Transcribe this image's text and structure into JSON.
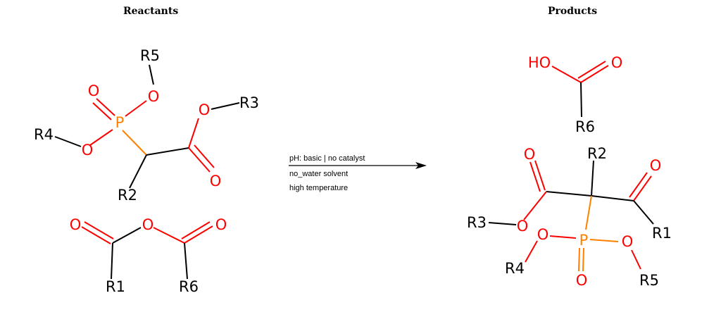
{
  "headings": {
    "reactants": "Reactants",
    "products": "Products"
  },
  "colors": {
    "carbon_bond": "#000000",
    "oxygen": "#ff0000",
    "phosphorus": "#ff8000",
    "arrow": "#000000"
  },
  "conditions": {
    "line1": "pH: basic | no catalyst",
    "line2": "no_water solvent",
    "line3": "high temperature"
  },
  "atom_labels": {
    "R1": "R1",
    "R2": "R2",
    "R3": "R3",
    "R4": "R4",
    "R5": "R5",
    "R6": "R6",
    "O": "O",
    "P": "P",
    "HO": "HO"
  }
}
